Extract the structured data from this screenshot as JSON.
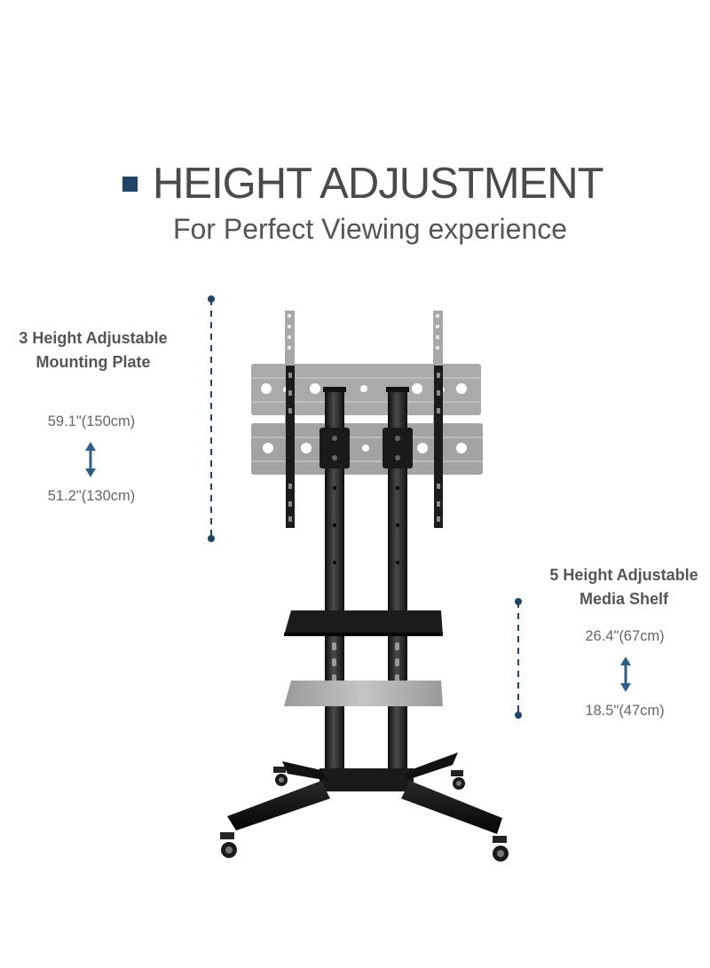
{
  "header": {
    "title": "HEIGHT ADJUSTMENT",
    "subtitle": "For Perfect Viewing experience"
  },
  "mounting_plate": {
    "label_line1": "3 Height Adjustable",
    "label_line2": "Mounting Plate",
    "max_height": "59.1\"(150cm)",
    "min_height": "51.2\"(130cm)"
  },
  "media_shelf": {
    "label_line1": "5 Height Adjustable",
    "label_line2": "Media Shelf",
    "max_height": "26.4\"(67cm)",
    "min_height": "18.5\"(47cm)"
  },
  "colors": {
    "accent": "#1f4468",
    "arrow": "#2e5f86",
    "frame": "#1a1a1a",
    "ghost": "#aaaaaa"
  }
}
